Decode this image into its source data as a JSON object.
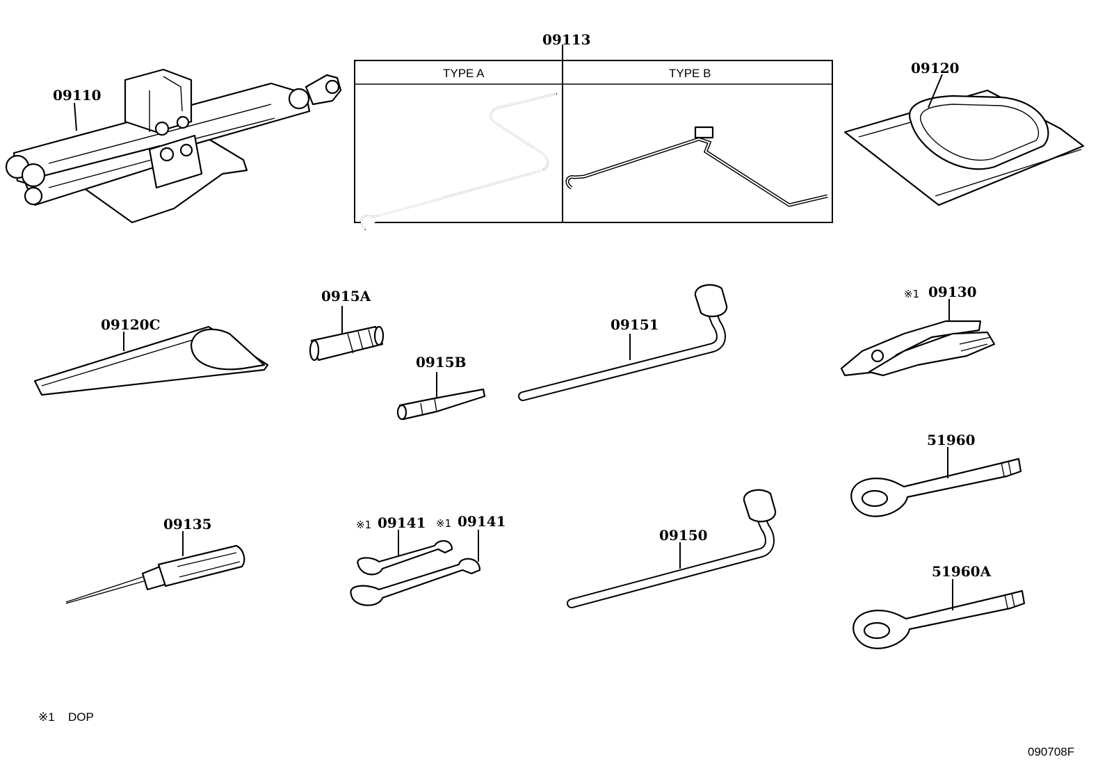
{
  "parts": {
    "p09110": "09110",
    "p09113": "09113",
    "p09120": "09120",
    "p09120C": "09120C",
    "p0915A": "0915A",
    "p0915B": "0915B",
    "p09151": "09151",
    "p09130": "09130",
    "p51960": "51960",
    "p09135": "09135",
    "p09141a": "09141",
    "p09141b": "09141",
    "p09150": "09150",
    "p51960A": "51960A"
  },
  "marker": "※1",
  "types": {
    "a": "TYPE A",
    "b": "TYPE B"
  },
  "footnote": {
    "mark": "※1",
    "text": "DOP"
  },
  "diagram_id": "090708F"
}
